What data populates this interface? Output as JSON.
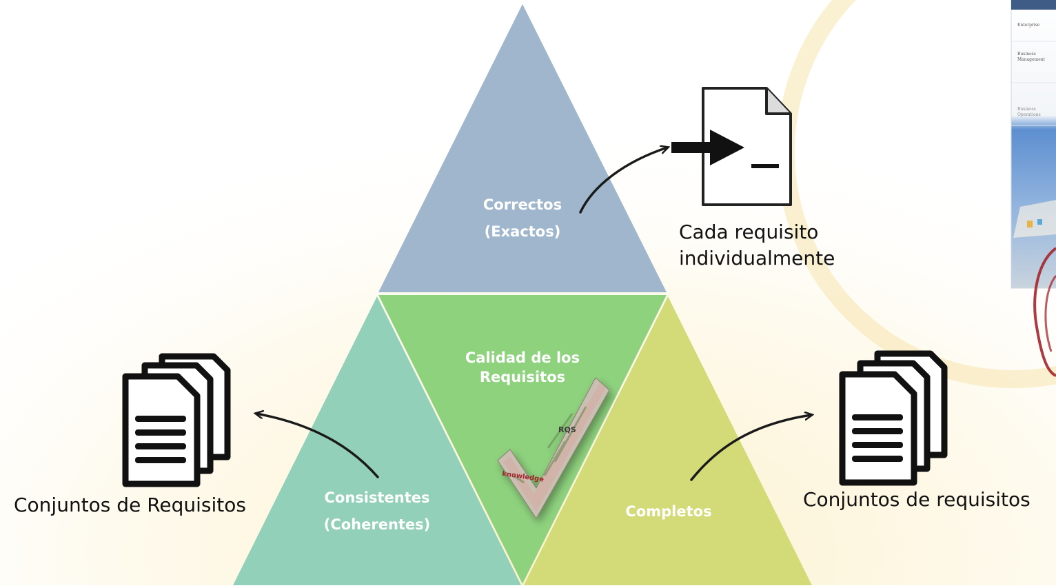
{
  "diagram": {
    "top": {
      "line1": "Correctos",
      "line2": "(Exactos)",
      "color": "#a0b6cc"
    },
    "center": {
      "line1": "Calidad de los",
      "line2": "Requisitos",
      "color": "#8ed27e"
    },
    "left": {
      "line1": "Consistentes",
      "line2": "(Coherentes)",
      "color": "#92d0b9"
    },
    "right": {
      "line1": "Completos",
      "color": "#d2db78"
    },
    "checkmark_words": [
      "knowledge",
      "RQS"
    ]
  },
  "annotations": {
    "top_right": {
      "line1": "Cada requisito",
      "line2": "individualmente",
      "icon": "file-import-icon"
    },
    "left": {
      "text": "Conjuntos de Requisitos",
      "icon": "documents-stack-icon"
    },
    "right": {
      "text": "Conjuntos de requisitos",
      "icon": "documents-stack-icon"
    }
  },
  "corner_thumbnail": {
    "lines": [
      "Enterprise",
      "Business",
      "Management",
      "Business",
      "Operations"
    ]
  }
}
